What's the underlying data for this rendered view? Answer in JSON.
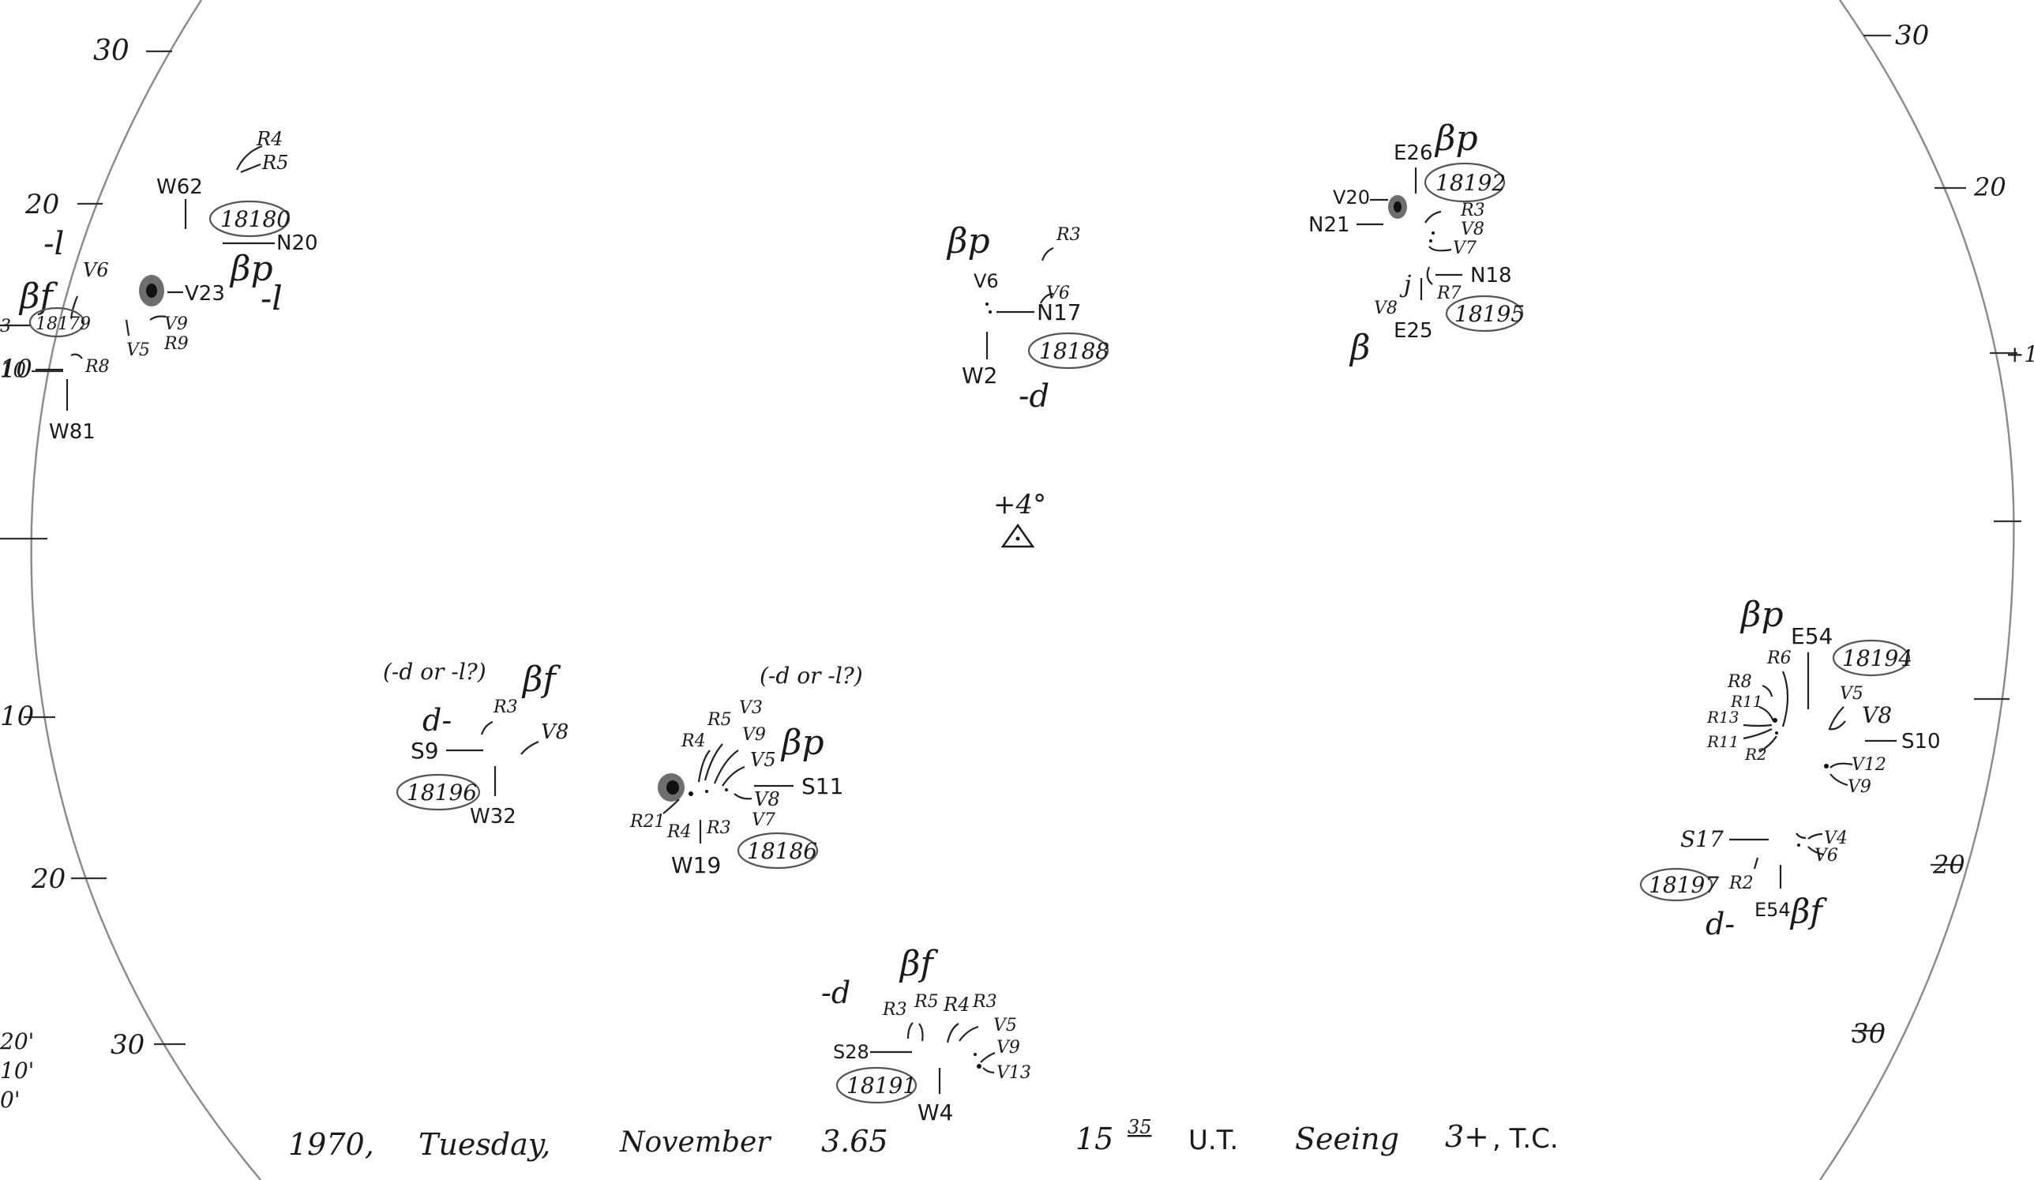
{
  "grid_labels": {
    "left": [
      "30",
      "20",
      "10",
      "10",
      "20",
      "30"
    ],
    "right": [
      "30",
      "20",
      "+1",
      "20",
      "30"
    ],
    "corner_left": [
      "20'",
      "10'",
      "0'"
    ]
  },
  "center_marker": {
    "label": "+4°"
  },
  "groups": [
    {
      "id": "18180",
      "region_number": "18180",
      "class": "βp",
      "magnetic": "-l",
      "labels": [
        "R4",
        "R5",
        "W62",
        "N20",
        "V23",
        "V9",
        "R9",
        "V5"
      ]
    },
    {
      "id": "18179",
      "region_number": "18179",
      "class": "βf",
      "magnetic": "-l",
      "labels": [
        "V6",
        "R8",
        "W81",
        "3",
        "10"
      ]
    },
    {
      "id": "18188",
      "region_number": "18188",
      "class": "βp",
      "magnetic": "-d",
      "labels": [
        "R3",
        "V6",
        "V6",
        "N17",
        "W2"
      ]
    },
    {
      "id": "18192",
      "region_number": "18192",
      "class": "βp",
      "labels": [
        "E26",
        "V20",
        "N21",
        "R3",
        "V8",
        "V7"
      ]
    },
    {
      "id": "18195",
      "region_number": "18195",
      "class": "β",
      "labels": [
        "N18",
        "R7",
        "j",
        "V8",
        "E25"
      ]
    },
    {
      "id": "18196",
      "region_number": "18196",
      "class": "βf",
      "magnetic": "d-",
      "note": "(-d or -l?)",
      "labels": [
        "R3",
        "V8",
        "S9",
        "W32"
      ]
    },
    {
      "id": "18186",
      "region_number": "18186",
      "class": "βp",
      "note": "(-d or -l?)",
      "labels": [
        "R4",
        "R5",
        "V3",
        "V9",
        "V5",
        "V8",
        "V7",
        "S11",
        "R21",
        "R4",
        "R3",
        "W19"
      ]
    },
    {
      "id": "18191",
      "region_number": "18191",
      "class": "βf",
      "magnetic": "-d",
      "labels": [
        "R3",
        "R5",
        "R4",
        "R3",
        "V5",
        "V9",
        "V13",
        "S28",
        "W4"
      ]
    },
    {
      "id": "18194",
      "region_number": "18194",
      "class": "βp",
      "labels": [
        "E54",
        "R6",
        "R8",
        "R11",
        "R13",
        "R11",
        "R2",
        "V5",
        "V8",
        "S10",
        "V12",
        "V9"
      ]
    },
    {
      "id": "18197",
      "region_number": "18197",
      "class": "βf",
      "magnetic": "d-",
      "labels": [
        "S17",
        "V4",
        "V6",
        "R2",
        "E54"
      ]
    }
  ],
  "footer": {
    "year": "1970,",
    "weekday": "Tuesday,",
    "month": "November",
    "day": "3.65",
    "time_hour": "15",
    "time_minute": "35",
    "time_unit": "U.T.",
    "seeing_label": "Seeing",
    "seeing_value": "3+",
    "observer": ", T.C."
  },
  "colors": {
    "ink": "#1a1a1a",
    "limb": "#8a8a8a",
    "spot": "#6e6e6e"
  }
}
